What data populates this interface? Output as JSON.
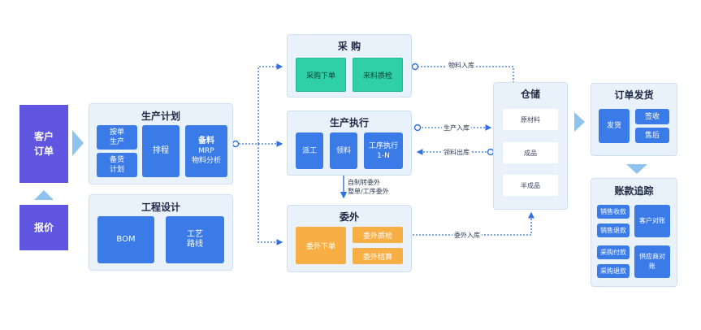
{
  "customer_order": "客户\n订单",
  "quote": "报价",
  "production_plan": {
    "title": "生产计划",
    "by_order": "按单\n生产",
    "stock_plan": "备货\n计划",
    "scheduling": "排程",
    "mrp_title": "备料",
    "mrp_sub": "MRP\n物料分析"
  },
  "engineering": {
    "title": "工程设计",
    "bom": "BOM",
    "routing": "工艺\n路线"
  },
  "purchase": {
    "title": "采  购",
    "order": "采购下单",
    "inspection": "来料质检"
  },
  "execution": {
    "title": "生产执行",
    "dispatch": "派工",
    "picking": "领料",
    "process": "工序执行\n1-N"
  },
  "outsource": {
    "title": "委外",
    "order": "委外下单",
    "inspection": "委外质检",
    "settlement": "委外结算"
  },
  "warehouse": {
    "title": "仓储",
    "raw": "原材料",
    "finished": "成品",
    "semi": "半成品"
  },
  "shipping": {
    "title": "订单发货",
    "ship": "发货",
    "receipt": "签收",
    "after_sale": "售后"
  },
  "accounts": {
    "title": "账款追踪",
    "sales_receivable": "销售收款",
    "sales_return": "销售退款",
    "customer_reconcile": "客户对账",
    "purchase_payment": "采购付款",
    "purchase_refund": "采购退款",
    "supplier_reconcile": "供应商对\n账"
  },
  "flows": {
    "material_in": "物料入库",
    "production_in": "生产入库",
    "material_out": "领料出库",
    "self_to_outsource": "自制转委外\n整单/工序委外",
    "outsource_in": "委外入库"
  },
  "colors": {
    "panel_bg": "#e9f1fb",
    "blue": "#3b7be8",
    "purple": "#6055e0",
    "green": "#2fd0a8",
    "orange": "#f7ae45",
    "chevron": "#8ec2ef"
  }
}
